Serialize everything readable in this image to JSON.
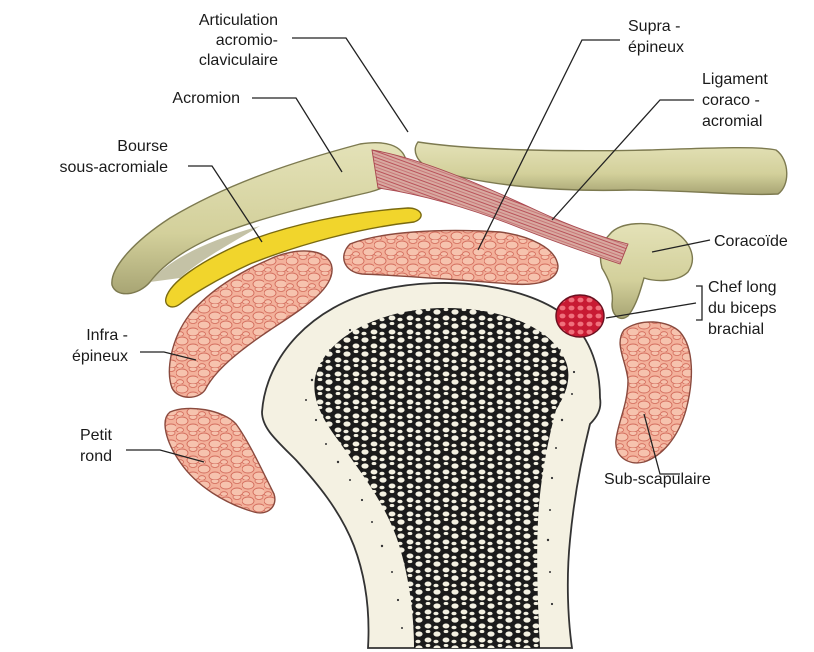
{
  "labels": {
    "articulation_1": "Articulation",
    "articulation_2": "acromio-",
    "articulation_3": "claviculaire",
    "acromion": "Acromion",
    "bourse_1": "Bourse",
    "bourse_2": "sous-acromiale",
    "supra_1": "Supra -",
    "supra_2": "épineux",
    "ligament_1": "Ligament",
    "ligament_2": "coraco -",
    "ligament_3": "acromial",
    "coracoide": "Coracoïde",
    "chef_1": "Chef long",
    "chef_2": "du biceps",
    "chef_3": "brachial",
    "infra_1": "Infra -",
    "infra_2": "épineux",
    "petit_1": "Petit",
    "petit_2": "rond",
    "sub": "Sub-scapulaire"
  },
  "colors": {
    "bone": "#d9d6a4",
    "bone_shadow": "#8d8a5e",
    "bursa": "#f0d52e",
    "muscle": "#f2aa93",
    "muscle_line": "#d76a5a",
    "ligament": "#c65a60",
    "biceps": "#d8283c",
    "humerus": "#f4f1e2",
    "marrow": "#111111"
  }
}
